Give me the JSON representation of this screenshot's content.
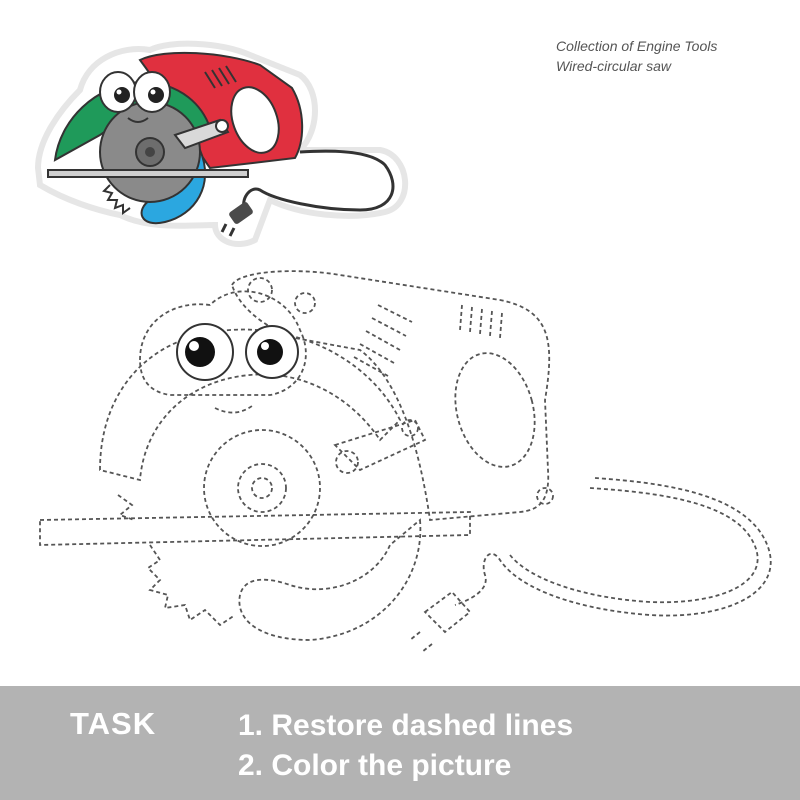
{
  "caption": {
    "line1": "Collection of Engine Tools",
    "line2": "Wired-circular saw"
  },
  "task": {
    "label": "TASK",
    "steps": [
      "1. Restore dashed lines",
      "2. Color the picture"
    ]
  },
  "colors": {
    "body_red": "#e0303f",
    "guard_green": "#1f9a5a",
    "guard_blue": "#2ba7e0",
    "blade_gray": "#8a8a8a",
    "task_bar": "#b3b3b3",
    "dash_stroke": "#555555"
  }
}
